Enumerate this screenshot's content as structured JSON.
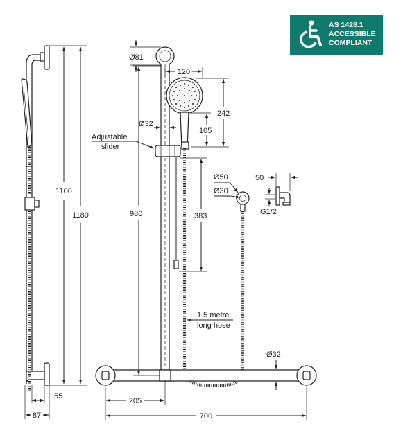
{
  "badge": {
    "line1": "AS 1428.1",
    "line2": "ACCESSIBLE",
    "line3": "COMPLIANT",
    "color": "#117a6f",
    "icon": "wheelchair-icon"
  },
  "dimensions": {
    "d81": "Ø81",
    "d120": "120",
    "d242": "242",
    "d32_head": "Ø32",
    "d105": "105",
    "d980": "980",
    "d383": "383",
    "d1100": "1100",
    "d1180": "1180",
    "d50_outlet": "Ø50",
    "d30_outlet": "Ø30",
    "d50_side": "50",
    "g12": "G1/2",
    "d32_bar": "Ø32",
    "d205": "205",
    "d700": "700",
    "d55": "55",
    "d87": "87"
  },
  "labels": {
    "slider_line1": "Adjustable",
    "slider_line2": "slider",
    "hose_line1": "1.5 metre",
    "hose_line2": "long hose"
  }
}
